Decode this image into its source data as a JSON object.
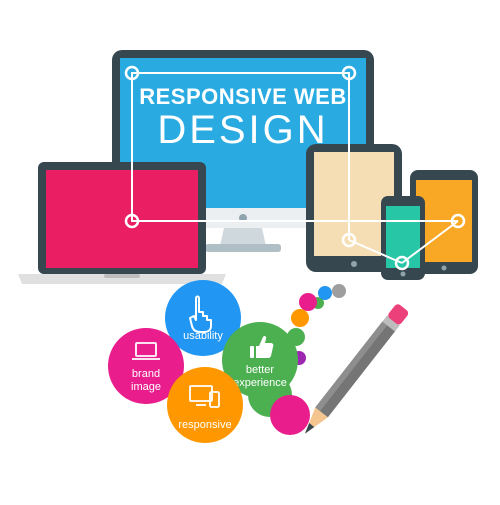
{
  "headline": {
    "line1": "RESPONSIVE WEB",
    "line2": "DESIGN"
  },
  "bubbles": [
    {
      "label": "usability",
      "icon": "pointer-hand-icon",
      "color": "#2196F3"
    },
    {
      "label_line1": "brand",
      "label_line2": "image",
      "icon": "laptop-icon",
      "color": "#E91E8C"
    },
    {
      "label_line1": "better",
      "label_line2": "experience",
      "icon": "thumbs-up-icon",
      "color": "#4CAF50"
    },
    {
      "label": "responsive",
      "icon": "devices-icon",
      "color": "#FF9800"
    }
  ],
  "colors": {
    "monitor_screen": "#29ABE2",
    "device_frame": "#37474F",
    "laptop_screen": "#E91E63",
    "tablet_screen": "#F5DEB3",
    "phone_screen": "#26C6A6",
    "phablet_screen": "#F9A825",
    "pencil": "#757575",
    "pencil_eraser": "#EC407A"
  }
}
